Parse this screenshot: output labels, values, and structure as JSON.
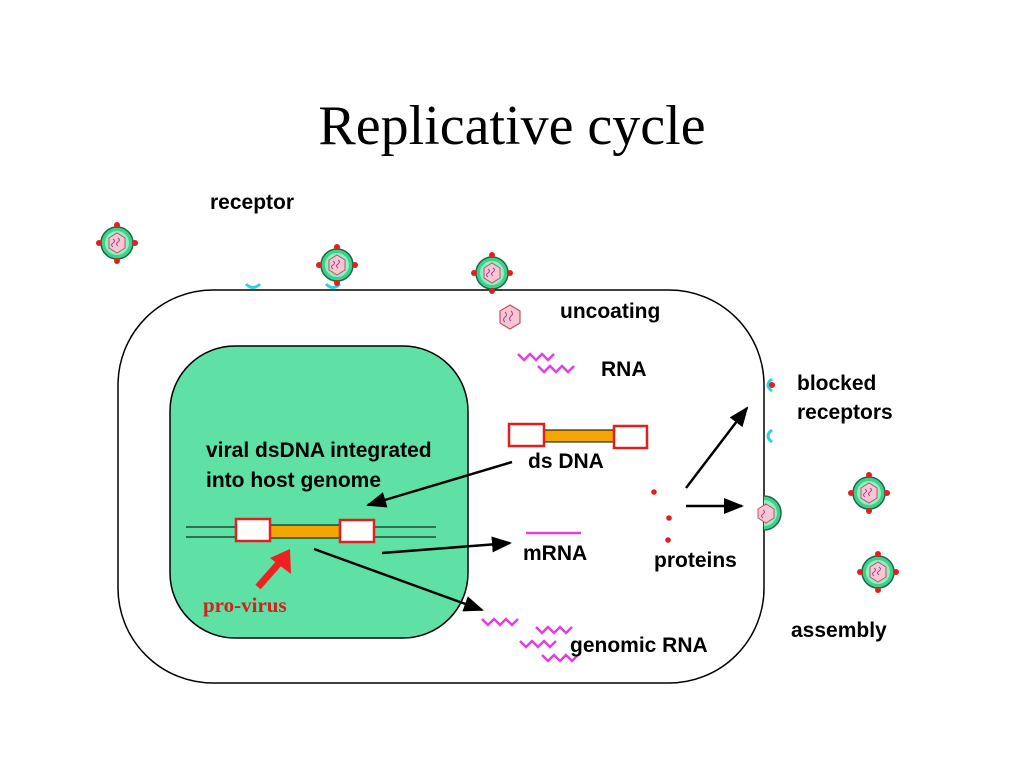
{
  "slide": {
    "title": "Replicative cycle"
  },
  "labels": {
    "receptor": "receptor",
    "uncoating": "uncoating",
    "rna": "RNA",
    "blocked_receptors_line1": "blocked",
    "blocked_receptors_line2": "receptors",
    "integrated_line1": "viral dsDNA integrated",
    "integrated_line2": "into host genome",
    "ds_dna": "ds DNA",
    "mrna": "mRNA",
    "proteins": "proteins",
    "pro_virus": "pro-virus",
    "assembly": "assembly",
    "genomic_rna": "genomic RNA"
  },
  "colors": {
    "nucleus_fill": "#5fe0a4",
    "virus_green": "#3fd08a",
    "virus_core": "#f7c6d0",
    "rna_magenta": "#e040e0",
    "dna_red": "#e02020",
    "dna_orange": "#f3a600",
    "receptor_cyan": "#30d0e0",
    "arrow_red": "#f02020"
  },
  "icons": {
    "virus": "virus-particle-icon",
    "receptor": "receptor-icon",
    "rna": "rna-strand-icon",
    "protein": "protein-dot-icon"
  }
}
